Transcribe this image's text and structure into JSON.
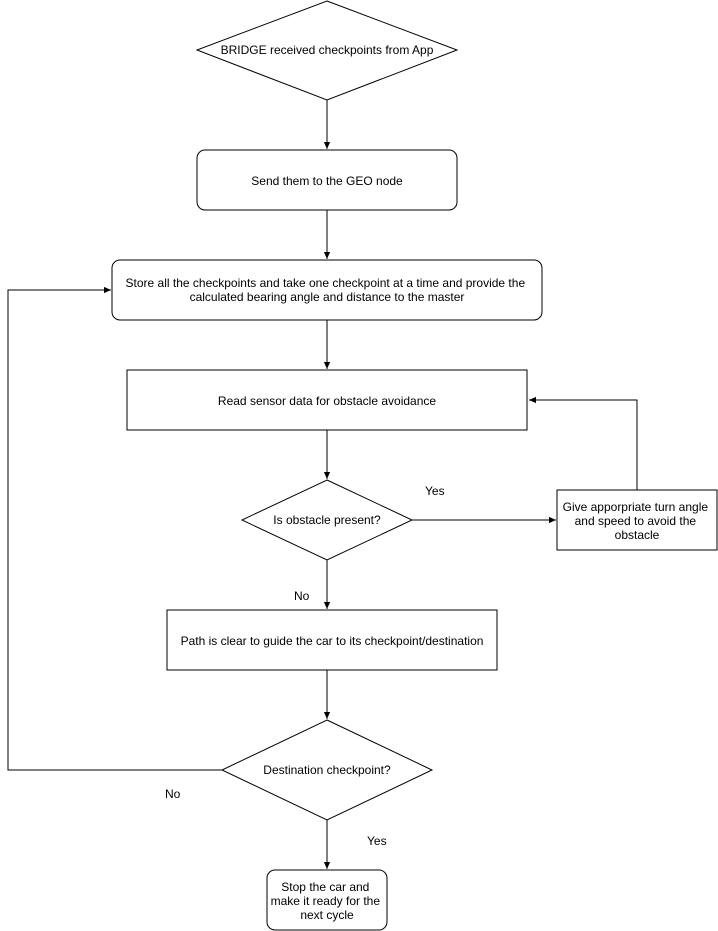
{
  "nodes": {
    "start": {
      "lines": [
        "BRIDGE received checkpoints from App"
      ]
    },
    "send_geo": {
      "lines": [
        "Send them to the GEO node"
      ]
    },
    "store_checkpoints": {
      "lines": [
        "Store all the checkpoints and take one checkpoint at a time and provide the",
        "calculated bearing angle and distance to the master"
      ]
    },
    "read_sensor": {
      "lines": [
        "Read sensor data for obstacle avoidance"
      ]
    },
    "obstacle_decision": {
      "lines": [
        "Is obstacle present?"
      ]
    },
    "turn_angle": {
      "lines": [
        "Give apporpriate turn angle",
        "and speed to avoid the",
        "obstacle"
      ]
    },
    "path_clear": {
      "lines": [
        "Path is clear to guide the car to its checkpoint/destination"
      ]
    },
    "destination_decision": {
      "lines": [
        "Destination checkpoint?"
      ]
    },
    "stop_car": {
      "lines": [
        "Stop the car and",
        "make it ready for the",
        "next cycle"
      ]
    }
  },
  "edge_labels": {
    "obstacle_yes": "Yes",
    "obstacle_no": "No",
    "destination_no": "No",
    "destination_yes": "Yes"
  },
  "colors": {
    "stroke": "#000000",
    "fill": "#ffffff",
    "text": "#000000"
  }
}
